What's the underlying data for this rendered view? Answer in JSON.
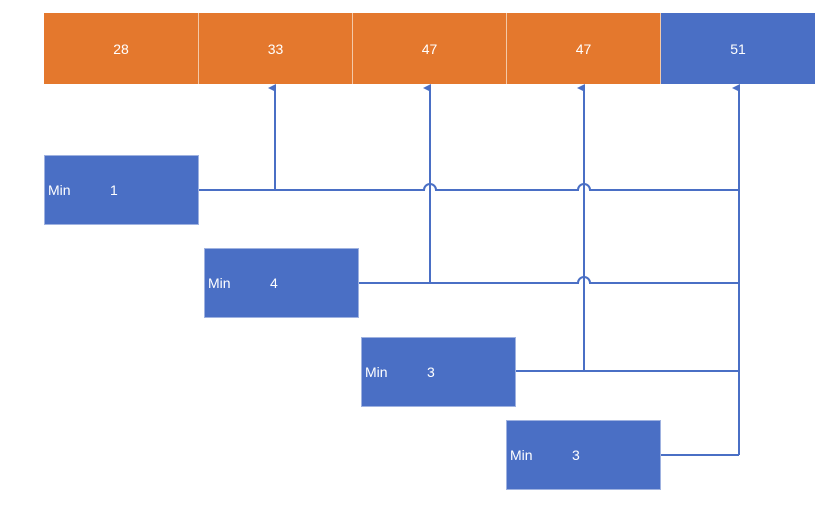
{
  "colors": {
    "orange": "#e4782d",
    "blue": "#4a6fc5",
    "line": "#4a6fc5"
  },
  "array_cells": [
    {
      "value": "28",
      "style": "orange"
    },
    {
      "value": "33",
      "style": "orange"
    },
    {
      "value": "47",
      "style": "orange"
    },
    {
      "value": "47",
      "style": "orange"
    },
    {
      "value": "51",
      "style": "blue"
    }
  ],
  "min_boxes": [
    {
      "label": "Min",
      "value": "1"
    },
    {
      "label": "Min",
      "value": "4"
    },
    {
      "label": "Min",
      "value": "3"
    },
    {
      "label": "Min",
      "value": "3"
    }
  ]
}
